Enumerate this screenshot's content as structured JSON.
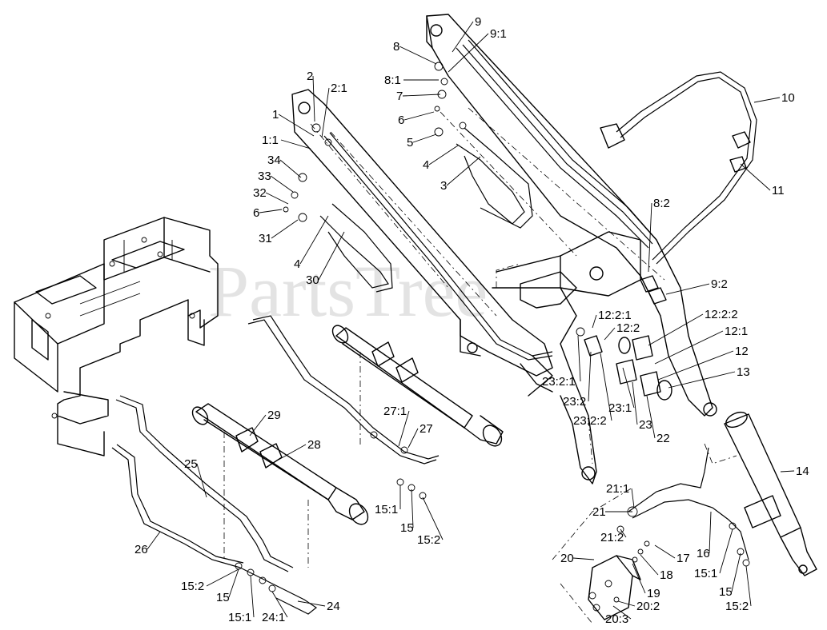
{
  "watermark": "PartsTree",
  "callouts": [
    "1",
    "1:1",
    "2",
    "2:1",
    "3",
    "4",
    "4",
    "5",
    "6",
    "6",
    "7",
    "8",
    "8:1",
    "8:2",
    "9",
    "9:1",
    "9:2",
    "10",
    "11",
    "12",
    "12:1",
    "12:2",
    "12:2:1",
    "12:2:2",
    "13",
    "14",
    "15",
    "15",
    "15",
    "15:1",
    "15:1",
    "15:1",
    "15:2",
    "15:2",
    "15:2",
    "16",
    "17",
    "18",
    "19",
    "20",
    "20:2",
    "20:3",
    "21",
    "21:1",
    "21:2",
    "22",
    "23",
    "23:1",
    "23:2",
    "23:2:1",
    "23:2:2",
    "24",
    "24:1",
    "25",
    "26",
    "27",
    "27:1",
    "28",
    "29",
    "30",
    "31",
    "32",
    "33",
    "34"
  ]
}
